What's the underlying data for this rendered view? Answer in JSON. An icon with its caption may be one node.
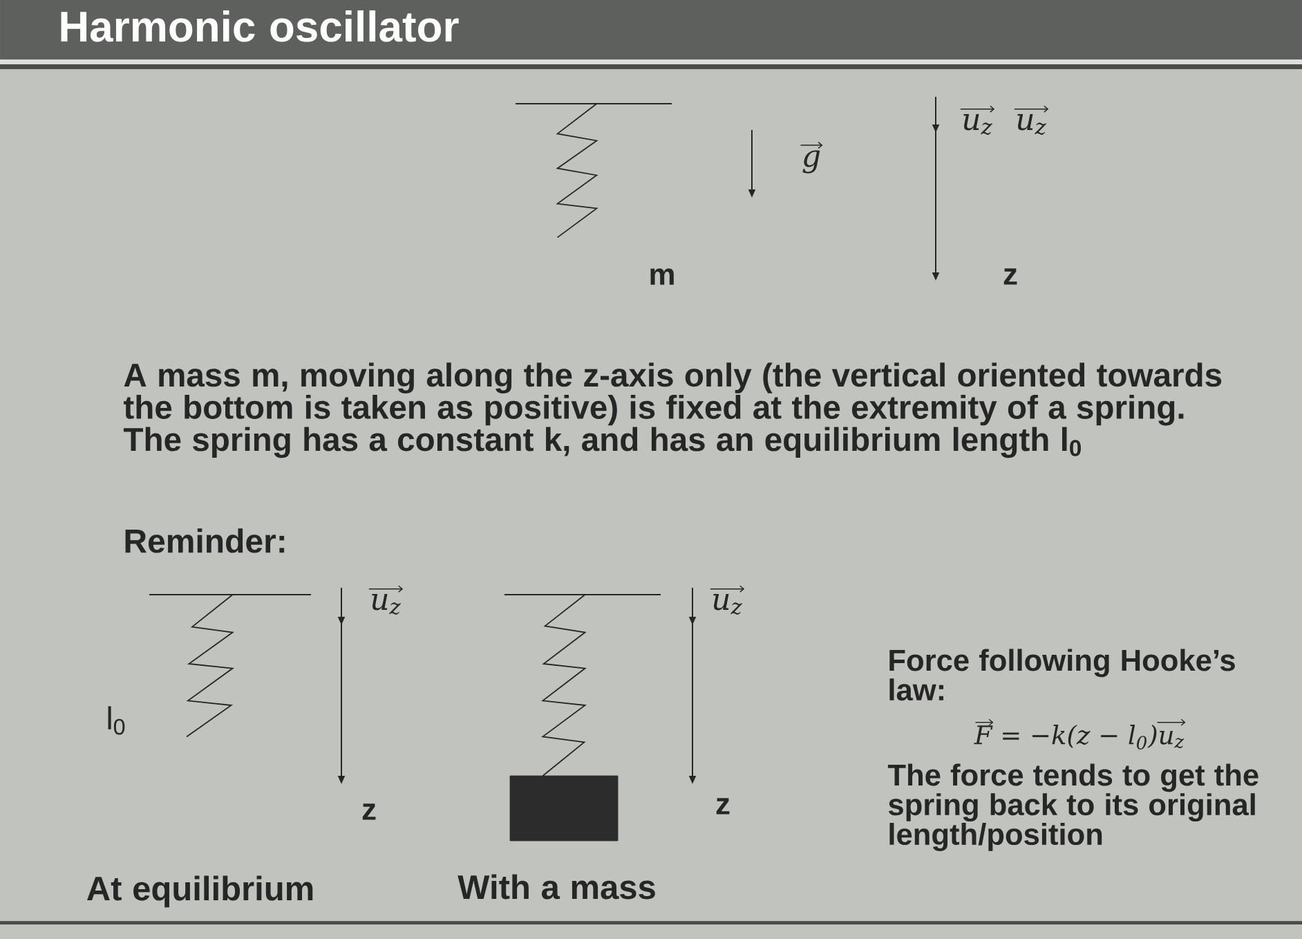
{
  "diagram": {
    "title": "Harmonic oscillator",
    "nodes": [
      {
        "text": [],
        "shape": "box"
      }
    ],
    "labels": [
      "u$_{z}$",
      "u$_{z}$",
      "g",
      "m",
      "z",
      "A mass m, moving along the z-axis only (the vertical oriented towards the bottom is taken as positive) is fixed at the extremity of a spring. The spring has a constant k, and has an equilibrium length l$_{0}$",
      "Reminder:",
      "u$_{z}$",
      "l$_{0}$",
      "z",
      "At equilibrium",
      "u$_{z}$",
      "z",
      "With a mass",
      "Force following Hooke’s law:",
      "F = −k(z − l$_{0}$)u$_{z}$",
      "The force tends to get the spring back to its original length/position"
    ]
  }
}
